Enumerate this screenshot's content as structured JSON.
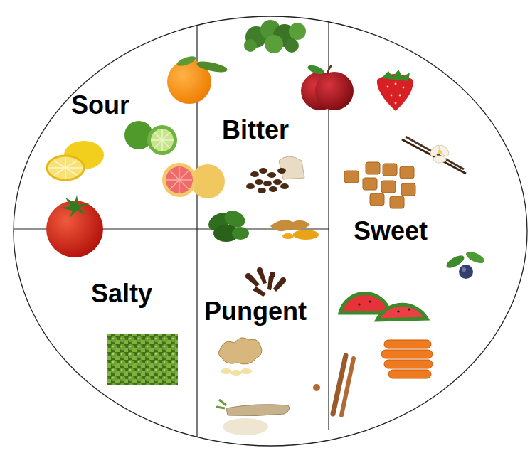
{
  "diagram": {
    "nodes": [
      {
        "text": [
          "Sour"
        ]
      },
      {
        "text": [
          "Bitter"
        ]
      },
      {
        "text": [
          "Sweet"
        ]
      },
      {
        "text": [
          "Salty"
        ]
      },
      {
        "text": [
          "Pungent"
        ]
      }
    ]
  }
}
